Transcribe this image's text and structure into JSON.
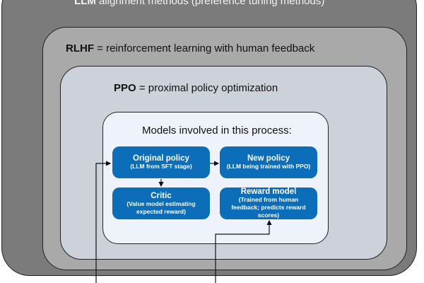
{
  "outer": {
    "bold": "LLM",
    "text": " alignment methods (preference tuning methods)"
  },
  "rlhf": {
    "bold": "RLHF",
    "text": " = reinforcement learning with human feedback"
  },
  "ppo": {
    "bold": "PPO",
    "text": " = proximal policy optimization"
  },
  "inner": {
    "title": "Models involved in this process:"
  },
  "models": [
    {
      "title": "Original policy",
      "sub": "(LLM from SFT stage)"
    },
    {
      "title": "New policy",
      "sub": "(LLM being trained with PPO)"
    },
    {
      "title": "Critic",
      "sub": "(Value model estimating expected reward)"
    },
    {
      "title": "Reward model",
      "sub": "(Trained from human feedback; predicts reward scores)"
    }
  ],
  "colors": {
    "model_box": "#0c6db8",
    "outer": "#7b7b7b",
    "rlhf": "#a9a9a9",
    "ppo": "#cdd1d9",
    "inner": "#eef3fb"
  }
}
